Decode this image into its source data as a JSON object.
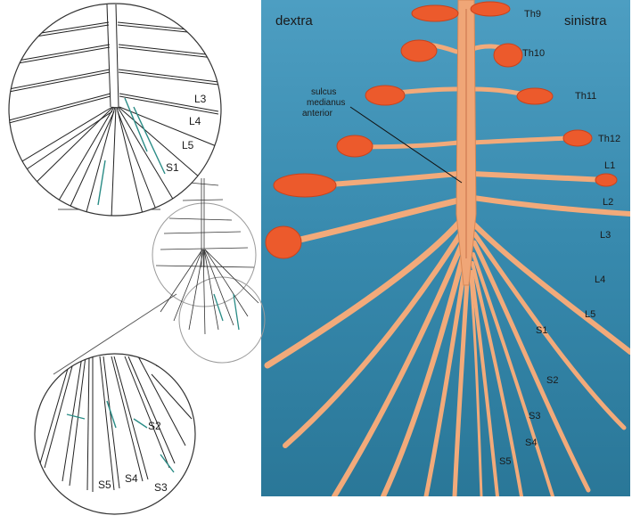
{
  "photo": {
    "side_right": "dextra",
    "side_left": "sinistra",
    "annotation": [
      "sulcus",
      "medianus",
      "anterior"
    ],
    "nerve_labels": [
      "Th9",
      "Th10",
      "Th11",
      "Th12",
      "L1",
      "L2",
      "L3",
      "L4",
      "L5",
      "S1",
      "S2",
      "S3",
      "S4",
      "S5"
    ]
  },
  "zoom_top": {
    "labels": [
      "L3",
      "L4",
      "L5",
      "S1"
    ]
  },
  "zoom_bottom": {
    "labels": [
      "S2",
      "S5",
      "S4",
      "S3"
    ]
  },
  "colors": {
    "background": "#3a8fb3",
    "nerve": "#f3ad7e",
    "ganglion": "#ec5a2c",
    "accent_line": "#2a8c86"
  }
}
